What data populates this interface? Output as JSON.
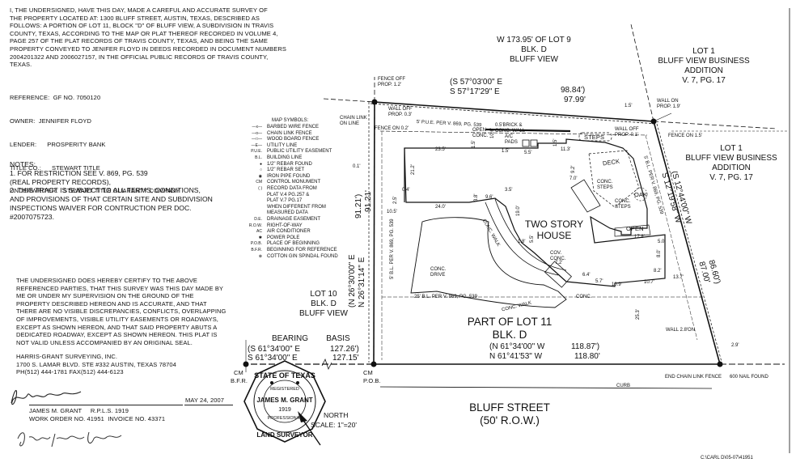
{
  "certificate_intro": [
    "I, THE UNDERSIGNED, HAVE THIS DAY, MADE A CAREFUL AND ACCURATE SURVEY OF",
    "THE PROPERTY LOCATED AT:  1300 BLUFF STREET, AUSTIN, TEXAS, DESCRIBED AS",
    "FOLLOWS:  A PORTION OF LOT 11, BLOCK \"D\" OF BLUFF VIEW, A SUBDIVISION IN TRAVIS",
    "COUNTY, TEXAS, ACCORDING TO THE MAP OR PLAT THEREOF RECORDED IN VOLUME 4,",
    "PAGE 257 OF THE PLAT RECORDS OF TRAVIS COUNTY, TEXAS, AND BEING THE SAME",
    "PROPERTY CONVEYED TO JENIFER FLOYD IN DEEDS RECORDED IN DOCUMENT NUMBERS",
    "2004201322 AND 2006027157, IN THE OFFICIAL PUBLIC RECORDS OF TRAVIS COUNTY,",
    "TEXAS."
  ],
  "reference": [
    "REFERENCE:  GF NO. 7050120",
    "OWNER:  JENNIFER FLOYD",
    "LENDER:      PROSPERITY BANK",
    "TITLE CO.:      STEWART TITLE",
    "UNDERWRITER:   STEWART TITLE GUARANTY COMPANY"
  ],
  "notes": [
    "NOTES:",
    "1. FOR RESTRICTION SEE V. 869, PG. 539",
    "(REAL PROPERTY RECORDS),",
    "2. THIS TRACT IS SUBJECT TO ALL TERMS, CONDITIONS,",
    "AND PROVISIONS OF THAT CERTAIN SITE AND SUBDIVISION",
    "INSPECTIONS WAIVER FOR CONTRUCTION PER DOC.",
    "#2007075723."
  ],
  "certify": [
    "THE UNDERSIGNED DOES HEREBY CERTIFY TO THE ABOVE",
    "REFERENCED PARTIES, THAT THIS SURVEY WAS THIS DAY MADE BY",
    "ME OR UNDER MY SUPERVISION ON THE GROUND OF THE",
    "PROPERTY DESCRIBED  HEREON AND IS ACCURATE, AND THAT",
    "THERE ARE NO VISIBLE DISCREPANCIES, CONFLICTS, OVERLAPPING",
    "OF IMPROVEMENTS, VISIBLE UTILITY EASEMENTS OR ROADWAYS,",
    "EXCEPT AS SHOWN HEREON, AND THAT SAID PROPERTY ABUTS A",
    "DEDICATED ROADWAY, EXCEPT AS SHOWN HEREON.  THIS PLAT IS",
    "NOT VALID UNLESS ACCOMPANIED BY AN ORIGINAL SEAL."
  ],
  "surveyor": [
    "HARRIS-GRANT SURVEYING, INC.",
    "1700 S. LAMAR BLVD. STE #332 AUSTIN, TEXAS 78704",
    "PH(512) 444-1781  FAX(512) 444-6123"
  ],
  "signature": {
    "name_line1": "JAMES M. GRANT     R.P.L.S. 1919",
    "name_line2": "WORK ORDER NO. 41951  INVOICE NO. 43371",
    "date": "MAY 24, 2007"
  },
  "map_symbols": {
    "title": "MAP SYMBOLS:",
    "items": [
      {
        "sym": "—x—",
        "label": "BARBED WIRE FENCE"
      },
      {
        "sym": "—o—",
        "label": "CHAIN LINK FENCE"
      },
      {
        "sym": "—□—",
        "label": "WOOD BOARD FENCE"
      },
      {
        "sym": "—E—",
        "label": "UTILITY LINE"
      },
      {
        "sym": "P.U.E.",
        "label": "PUBLIC UTILITY EASEMENT"
      },
      {
        "sym": "B.L.",
        "label": "BUILDING LINE"
      },
      {
        "sym": "●",
        "label": "1/2\" REBAR FOUND"
      },
      {
        "sym": "○",
        "label": "1/2\" REBAR SET"
      },
      {
        "sym": "◉",
        "label": "IRON PIPE FOUND"
      },
      {
        "sym": "CM",
        "label": "CONTROL MONUMENT"
      },
      {
        "sym": "( )",
        "label": "RECORD DATA FROM"
      },
      {
        "sym": "",
        "label": "PLAT V.4 PG.257 &"
      },
      {
        "sym": "",
        "label": "PLAT V.7 PG.17"
      },
      {
        "sym": "",
        "label": "WHEN DIFFERENT FROM"
      },
      {
        "sym": "",
        "label": "MEASURED DATA"
      },
      {
        "sym": "D.E.",
        "label": "DRAINAGE EASEMENT"
      },
      {
        "sym": "R.O.W.",
        "label": "RIGHT-OF-WAY"
      },
      {
        "sym": "AC",
        "label": "AIR CONDITIONER"
      },
      {
        "sym": "✱",
        "label": "POWER POLE"
      },
      {
        "sym": "P.O.B.",
        "label": "PLACE OF BEGINNING"
      },
      {
        "sym": "B.F.R.",
        "label": "BEGINNING FOR REFERENCE"
      },
      {
        "sym": "⊗",
        "label": "COTTON GIN SPINDAL FOUND"
      }
    ]
  },
  "plat": {
    "top_heading": [
      "W 173.95' OF LOT 9",
      "BLK. D",
      "BLUFF VIEW"
    ],
    "lot1_top": [
      "LOT 1",
      "BLUFF VIEW BUSINESS",
      "ADDITION",
      "V. 7, PG. 17"
    ],
    "lot1_side": [
      "LOT 1",
      "BLUFF VIEW BUSINESS",
      "ADDITION",
      "V. 7, PG. 17"
    ],
    "lot10": [
      "LOT 10",
      "BLK. D",
      "BLUFF VIEW"
    ],
    "part_of_lot": [
      "PART OF LOT 11",
      "BLK. D"
    ],
    "bluff_street": [
      "BLUFF STREET",
      "(50' R.O.W.)"
    ],
    "house": [
      "TWO STORY",
      "HOUSE"
    ],
    "top_bearing1": "(S 57°03'00\" E",
    "top_bearing2": "S 57°17'29\" E",
    "top_dist1": "98.84')",
    "top_dist2": "97.99'",
    "left_bearing1": "(N 26°30'00\" E",
    "left_bearing2": "N 26°31'14\" E",
    "left_dist1": "91.21')",
    "left_dist2": "91.21'",
    "right_bearing1": "(S 12°44'00\" W",
    "right_bearing2": "S 12°19'58\" W",
    "right_dist1": "86.60')",
    "right_dist2": "87.00'",
    "bottom_bearing1": "(N 61°34'00\" W",
    "bottom_bearing2": "N 61°41'53\" W",
    "bottom_dist1": "118.87')",
    "bottom_dist2": "118.80'",
    "basis_label": "BEARING        BASIS",
    "basis_bearing1": "(S 61°34'00\" E",
    "basis_bearing2": "S 61°34'00\" E",
    "basis_dist1": "127.26')",
    "basis_dist2": "127.15'",
    "fence_off_topleft": [
      "FENCE OFF",
      "PROP. 1.2'"
    ],
    "wall_off": [
      "WALL OFF",
      "PROP. 0.3'"
    ],
    "wall_on": [
      "WALL ON",
      "PROP. 1.9'"
    ],
    "wall_off_right": [
      "WALL OFF",
      "PROP. 0.1'"
    ],
    "chain_link": [
      "CHAIN LINK",
      "ON LINE"
    ],
    "fence_on_02": "FENCE ON 0.2'",
    "fence_on_15": "FENCE ON 1.5'",
    "pue": "5' P.U.E. PER V. 869, PG. 539",
    "brick_wall": [
      "0.5'BRICK &",
      "CONC. WALL"
    ],
    "open_conc": [
      "OPEN",
      "CONC."
    ],
    "ac_pads": [
      "A/C",
      "PADS"
    ],
    "steps": "STEPS",
    "deck": "DECK",
    "oak": "OAK",
    "open2": "OPEN",
    "conc_steps1": [
      "CONC.",
      "STEPS"
    ],
    "conc_steps2": [
      "CONC.",
      "STEPS"
    ],
    "conc_walk": "CONC. WALK",
    "conc_walk2": "CONC. WALK",
    "conc_drive": [
      "CONC.",
      "DRIVE"
    ],
    "cov_conc": [
      "COV.",
      "CONC."
    ],
    "conc": "CONC.",
    "gn_bl": "5' B.L. PER V. 869, PG. 539",
    "setback_bottom": "25' B.L. PER V. 869, PG. 539",
    "gn_bl_left": "5' B.L. PER V. 869, PG. 539",
    "rw_right": "5' B.L. PER V. 869, PG. 539",
    "wall_28": "WALL 2.8'ON",
    "end_chain": "END CHAIN LINK FENCE",
    "nail": "600 NAIL FOUND",
    "curb": "CURB",
    "cm": "CM",
    "pob": "P.O.B.",
    "bfr": "B.F.R.",
    "north": "NORTH",
    "scale": "SCALE: 1\"=20'",
    "dims": [
      "23.5'",
      "1.5'",
      "10.6'",
      "1.5'",
      "1.5'",
      "11.3'",
      "0.4'",
      "10.5'",
      "2.5'",
      "24.0'",
      "9.6'",
      "3.5'",
      "3.8'",
      "21.2'",
      "0.1'",
      "19.0'",
      "1.8'",
      "5.5'",
      "7.2'",
      "6.4'",
      "5.7'",
      "10.9'",
      "10.7'",
      "13.7'",
      "17.8'",
      "5.0'",
      "8.0'",
      "8.2'",
      "9.2'",
      "7.0'",
      "25.3'",
      "2.9'",
      "1.5'",
      "5.5'"
    ]
  },
  "seal": {
    "ring_top": "STATE OF TEXAS",
    "ring_inner": "REGISTERED",
    "name": "JAMES M. GRANT",
    "number": "1919",
    "prof": "PROFESSIONAL",
    "ring_bottom": "LAND SURVEYOR"
  },
  "file_ref": "C:\\CARL D\\05-07\\41951"
}
